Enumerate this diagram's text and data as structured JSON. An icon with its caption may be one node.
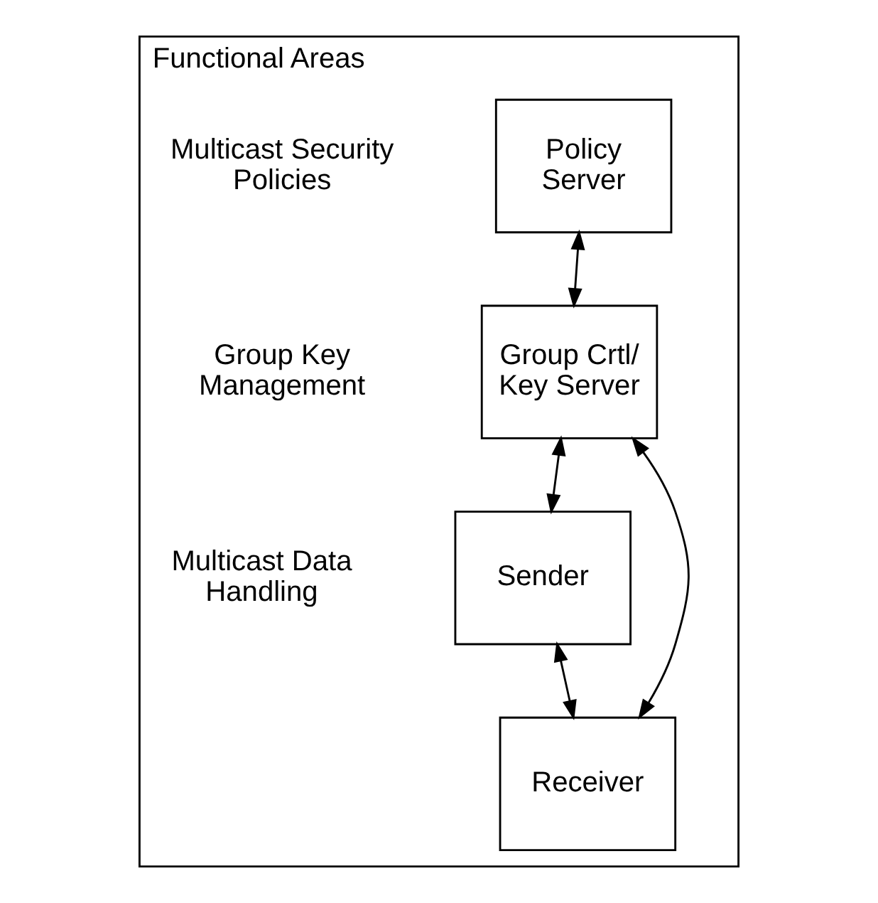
{
  "diagram": {
    "nodes": [
      {
        "text": [
          "Functional Areas"
        ]
      },
      {
        "text": [
          "Policy Server"
        ],
        "in": 0
      },
      {
        "text": [
          "Group Crtl/ Key Server"
        ],
        "in": 0
      },
      {
        "text": [
          "Receiver"
        ],
        "in": 0
      },
      {
        "text": [
          "Sender"
        ],
        "in": 0
      }
    ],
    "edges": [
      {
        "from": 1,
        "to": 2,
        "arrow": "both"
      },
      {
        "from": 2,
        "to": 3,
        "arrow": "both"
      },
      {
        "from": 2,
        "to": 4,
        "arrow": "both"
      },
      {
        "from": 4,
        "to": 3,
        "arrow": "both"
      }
    ],
    "labels": [
      "Multicast Security Policies",
      "Group Key Management",
      "Multicast Data Handling"
    ]
  }
}
